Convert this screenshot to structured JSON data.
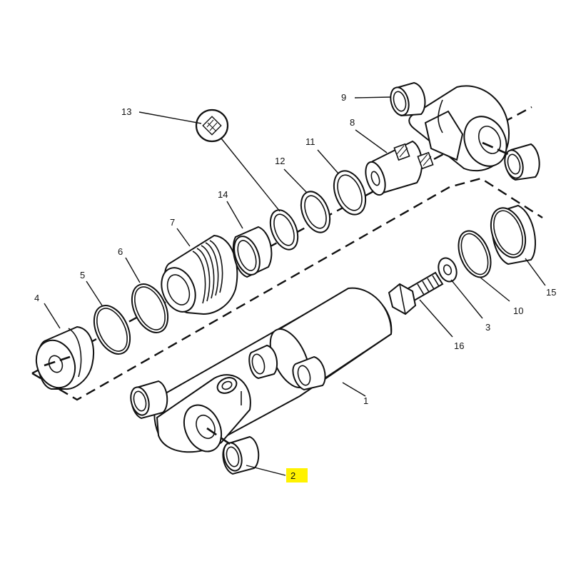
{
  "callouts": {
    "c1": "1",
    "c2": "2",
    "c3": "3",
    "c4": "4",
    "c5": "5",
    "c6": "6",
    "c7": "7",
    "c8": "8",
    "c9": "9",
    "c10": "10",
    "c11": "11",
    "c12": "12",
    "c13": "13",
    "c14": "14",
    "c15": "15",
    "c16": "16"
  },
  "highlight": {
    "callout": "2",
    "color": "#fff200"
  },
  "colors": {
    "line": "#111111",
    "background": "#ffffff"
  }
}
